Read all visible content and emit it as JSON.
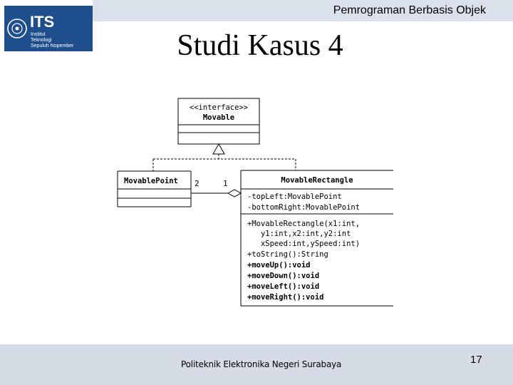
{
  "header": {
    "course_title": "Pemrograman Berbasis Objek"
  },
  "logo": {
    "name": "ITS",
    "line1": "Institut",
    "line2": "Teknologi",
    "line3": "Sepuluh Nopember",
    "brand_color": "#1f4e8c"
  },
  "slide": {
    "title": "Studi Kasus 4"
  },
  "uml": {
    "interface": {
      "stereotype": "<<interface>>",
      "name": "Movable"
    },
    "point": {
      "name": "MovablePoint"
    },
    "rectangle": {
      "name": "MovableRectangle",
      "attributes": [
        "-topLeft:MovablePoint",
        "-bottomRight:MovablePoint"
      ],
      "methods": [
        "+MovableRectangle(x1:int,",
        "   y1:int,x2:int,y2:int",
        "   xSpeed:int,ySpeed:int)",
        "+toString():String",
        "+moveUp():void",
        "+moveDown():void",
        "+moveLeft():void",
        "+moveRight():void"
      ]
    },
    "multiplicity_point": "2",
    "multiplicity_rect": "1"
  },
  "footer": {
    "institution": "Politeknik Elektronika Negeri Surabaya",
    "page_number": "17"
  }
}
